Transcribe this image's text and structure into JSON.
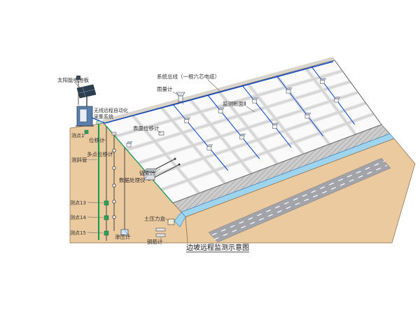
{
  "caption": "边坡远程监测示意图",
  "labels": {
    "solar_panel": "太阳能电池板",
    "system_bus": "系统总线（一根六芯电缆）",
    "rain_gauge": "雨量计",
    "monitoring_section": "监测断面Ⅱ",
    "wireless_system_line1": "无线远程自动化",
    "wireless_system_line2": "采集系统",
    "surface_displacement": "表面位移计",
    "displacement_point_1": "测点1",
    "displacement_meter": "位移计",
    "multipoint_displacement": "多点位移计",
    "inclinometer_pipe": "测斜管",
    "anchor_cable_meter": "锚索计",
    "data_processor": "数据处理仪",
    "point_13": "测点13",
    "point_14": "测点14",
    "point_15": "测点15",
    "earth_pressure_cell": "土压力盒",
    "piezometer": "渗压计",
    "rebar_meter": "钢筋计"
  },
  "colors": {
    "ground_tan": "#ecca9f",
    "slope_face": "#fafafa",
    "grid_beam": "#e0e0e0",
    "cable_blue": "#0040cc",
    "water_blue": "#9fd4ee",
    "road_gray": "#a2a4aa",
    "pipe_green": "#00a050"
  }
}
